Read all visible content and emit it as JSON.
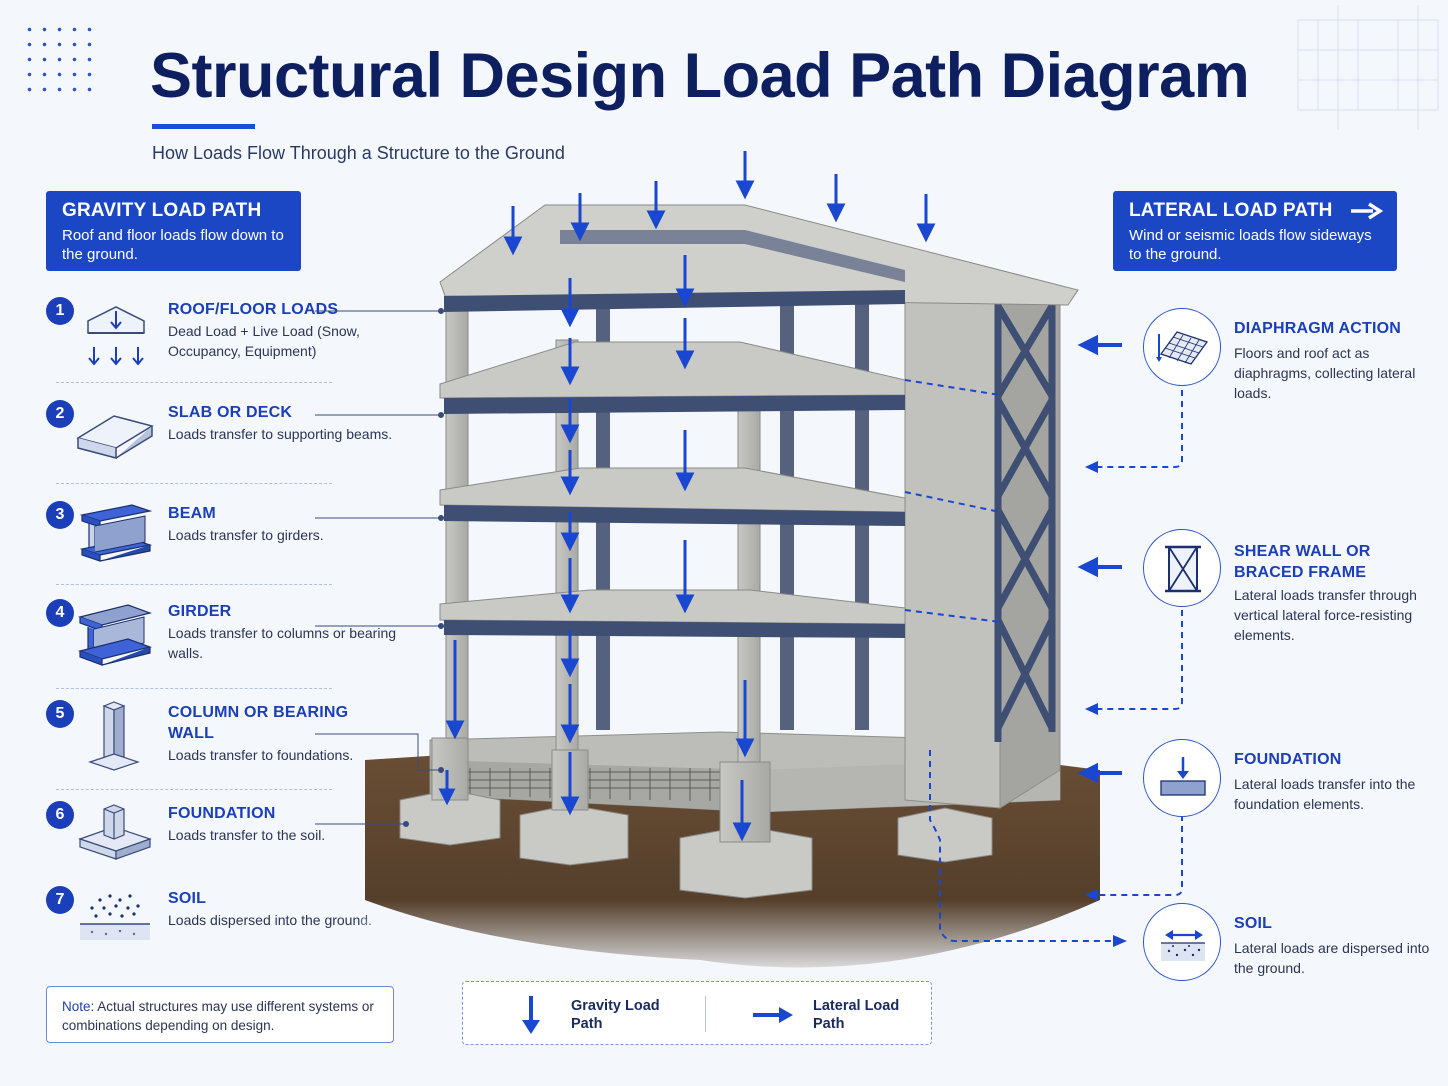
{
  "header": {
    "title": "Structural Design Load Path Diagram",
    "subtitle": "How Loads Flow Through a Structure to the Ground"
  },
  "gravity_panel": {
    "heading": "GRAVITY LOAD PATH",
    "description": "Roof and floor loads flow down to the ground."
  },
  "lateral_panel": {
    "heading": "LATERAL LOAD PATH",
    "description": "Wind or seismic loads flow sideways to the ground."
  },
  "gravity_steps": [
    {
      "number": "1",
      "title": "ROOF/FLOOR LOADS",
      "description": "Dead Load + Live Load (Snow, Occupancy, Equipment)",
      "icon": "roof-load-icon"
    },
    {
      "number": "2",
      "title": "SLAB OR DECK",
      "description": "Loads transfer to supporting beams.",
      "icon": "slab-icon"
    },
    {
      "number": "3",
      "title": "BEAM",
      "description": "Loads transfer to girders.",
      "icon": "beam-icon"
    },
    {
      "number": "4",
      "title": "GIRDER",
      "description": "Loads transfer to columns or bearing walls.",
      "icon": "girder-icon"
    },
    {
      "number": "5",
      "title": "COLUMN OR BEARING WALL",
      "description": "Loads transfer to foundations.",
      "icon": "column-icon"
    },
    {
      "number": "6",
      "title": "FOUNDATION",
      "description": "Loads transfer to the soil.",
      "icon": "foundation-icon"
    },
    {
      "number": "7",
      "title": "SOIL",
      "description": "Loads dispersed into the ground.",
      "icon": "soil-icon"
    }
  ],
  "lateral_steps": [
    {
      "title": "DIAPHRAGM ACTION",
      "description": "Floors and roof act as diaphragms, collecting lateral loads.",
      "icon": "diaphragm-icon"
    },
    {
      "title": "SHEAR WALL OR BRACED FRAME",
      "description": "Lateral loads transfer through vertical lateral force-resisting elements.",
      "icon": "braced-frame-icon"
    },
    {
      "title": "FOUNDATION",
      "description": "Lateral loads transfer into the foundation elements.",
      "icon": "foundation-icon"
    },
    {
      "title": "SOIL",
      "description": "Lateral loads are dispersed into the ground.",
      "icon": "soil-icon"
    }
  ],
  "note": {
    "label": "Note:",
    "text": "Actual structures may use different systems or combinations depending on design."
  },
  "legend": {
    "gravity_label": "Gravity Load Path",
    "lateral_label": "Lateral Load Path"
  },
  "colors": {
    "accent": "#1c47c4",
    "navy": "#0d1f5e",
    "concrete": "#b9b9b6",
    "steel": "#3f4f73",
    "soil": "#5b4330"
  }
}
